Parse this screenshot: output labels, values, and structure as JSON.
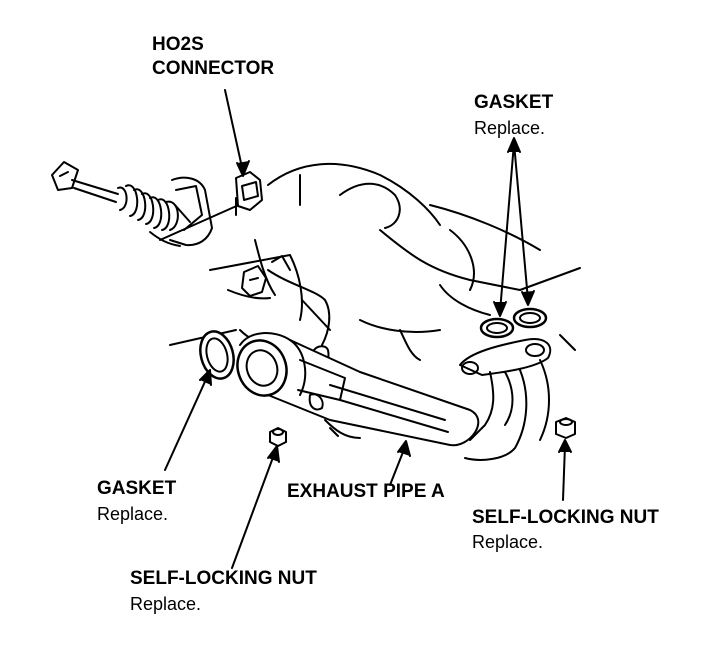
{
  "labels": {
    "ho2s_line1": "HO2S",
    "ho2s_line2": "CONNECTOR",
    "gasket_top": "GASKET",
    "gasket_top_note": "Replace.",
    "gasket_left": "GASKET",
    "gasket_left_note": "Replace.",
    "exhaust_pipe": "EXHAUST PIPE A",
    "nut_right": "SELF-LOCKING NUT",
    "nut_right_note": "Replace.",
    "nut_bottom": "SELF-LOCKING NUT",
    "nut_bottom_note": "Replace."
  },
  "colors": {
    "ink": "#000000",
    "paper": "#ffffff"
  }
}
